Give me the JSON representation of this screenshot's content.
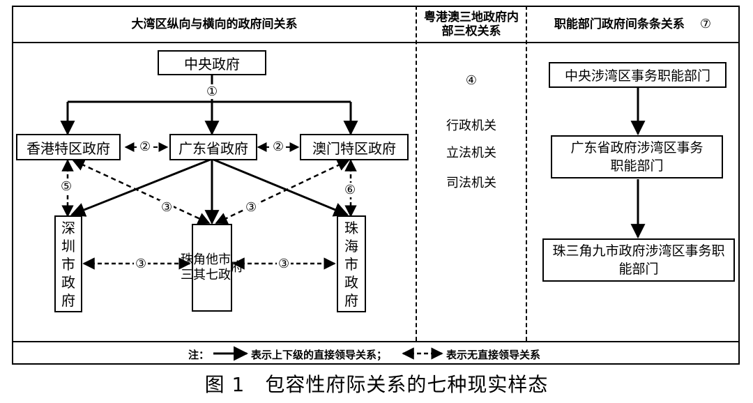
{
  "headers": {
    "col1": "大湾区纵向与横向的政府间关系",
    "col2": "粤港澳三地政府内部三权关系",
    "col3": "职能部门政府间条条关系",
    "col3_num": "⑦"
  },
  "boxes": {
    "central": "中央政府",
    "hongkong": "香港特区政府",
    "guangdong": "广东省政府",
    "macau": "澳门特区政府",
    "shenzhen": "深圳市政府",
    "prd_other": "珠三角其他七市政府",
    "zhuhai": "珠海市政府"
  },
  "labels": {
    "l1": "①",
    "l2a": "②",
    "l2b": "②",
    "l3a": "③",
    "l3b": "③",
    "l3c": "③",
    "l3d": "③",
    "l5": "⑤",
    "l6": "⑥"
  },
  "middle": {
    "num": "④",
    "items": [
      "行政机关",
      "立法机关",
      "司法机关"
    ]
  },
  "right_boxes": {
    "r1": "中央涉湾区事务职能部门",
    "r2": "广东省政府涉湾区事务职能部门",
    "r3": "珠三角九市政府涉湾区事务职能部门"
  },
  "note": {
    "prefix": "注：",
    "solid": "表示上下级的直接领导关系；",
    "dashed": "表示无直接领导关系"
  },
  "caption": "图 1　包容性府际关系的七种现实样态"
}
